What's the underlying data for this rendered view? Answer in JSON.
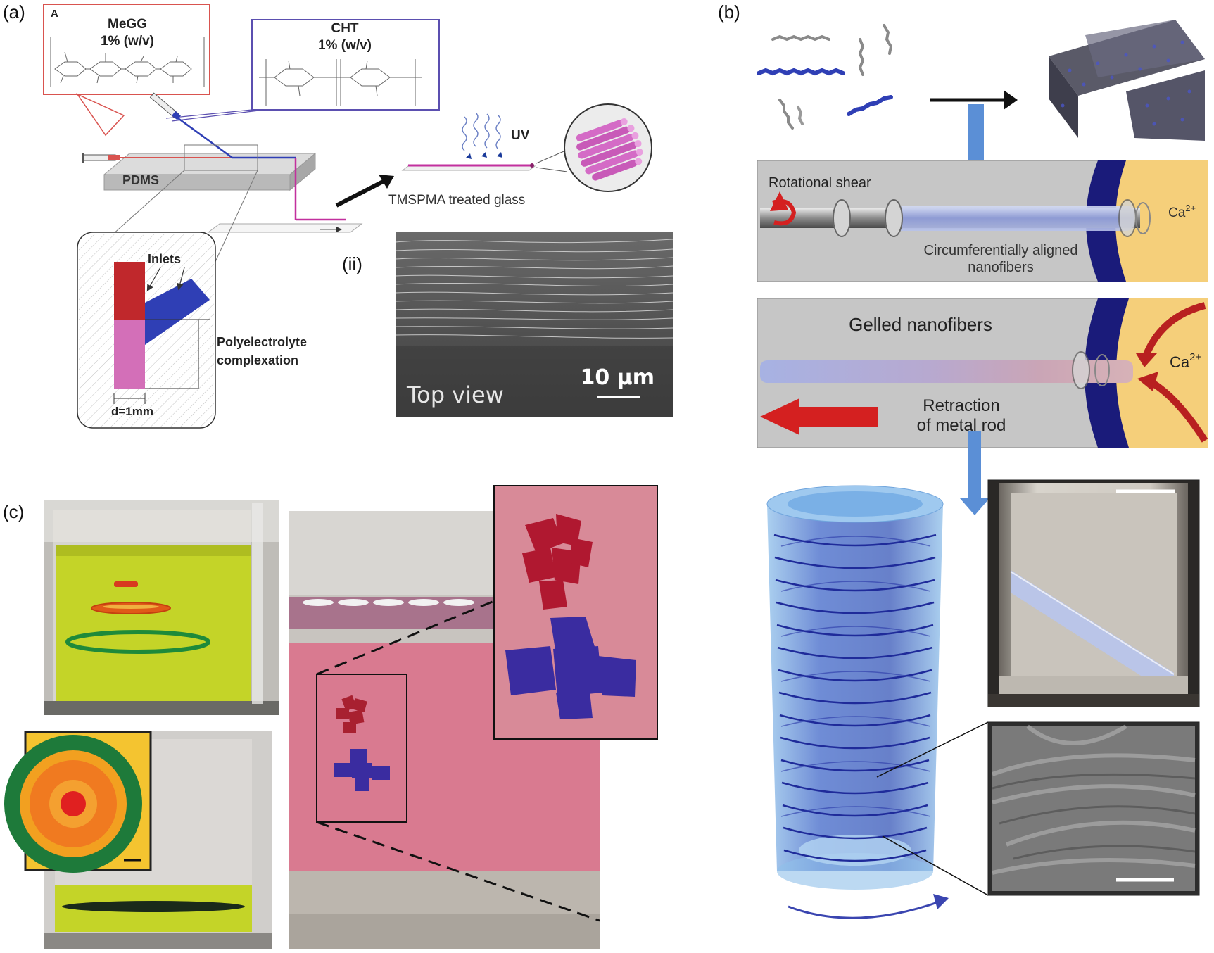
{
  "panel_a": {
    "label": "(a)",
    "box_letter": "A",
    "megg_title": "MeGG",
    "megg_conc": "1% (w/v)",
    "cht_title": "CHT",
    "cht_conc": "1% (w/v)",
    "pdms": "PDMS",
    "uv": "UV",
    "glass": "TMSPMA treated glass",
    "inlets": "Inlets",
    "complex_1": "Polyelectrolyte",
    "complex_2": "complexation",
    "width": "d=1mm",
    "sub_label": "(ii)",
    "sem_scale": "10 µm",
    "sem_caption": "Top view"
  },
  "panel_b": {
    "label": "(b)",
    "rot_shear": "Rotational shear",
    "ca": "Ca",
    "ca_sup": "2+",
    "aligned_1": "Circumferentially aligned",
    "aligned_2": "nanofibers",
    "gelled": "Gelled nanofibers",
    "retract_1": "Retraction",
    "retract_2": "of metal rod"
  },
  "panel_c": {
    "label": "(c)"
  },
  "colors": {
    "megg_box": "#d9534f",
    "cht_box": "#5b4fb0",
    "blue_channel": "#2f3fb5",
    "magenta_channel": "#c2309e",
    "arrow_blue": "#5b8fd6",
    "arrow_red": "#d42020",
    "ca_yellow": "#f5cf7a",
    "dark_blue": "#1a1b7a",
    "liquid_green": "#c4d428",
    "liquid_pink": "#d97a90"
  }
}
